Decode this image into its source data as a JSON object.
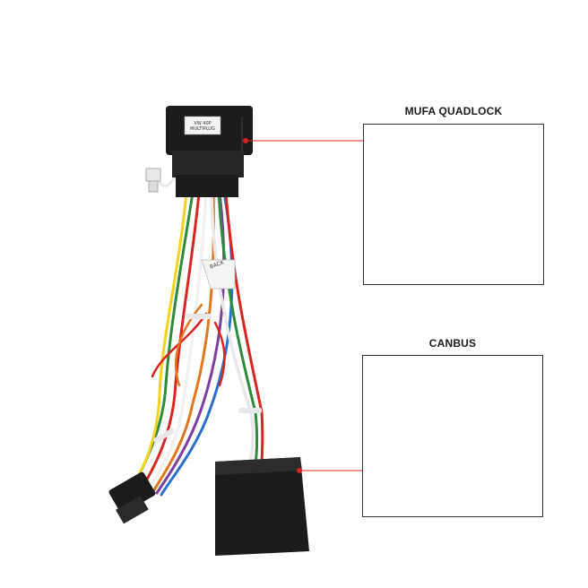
{
  "callouts": {
    "quadlock": {
      "title": "MUFA QUADLOCK"
    },
    "canbus": {
      "title": "CANBUS"
    }
  },
  "harness": {
    "sticker_text": "VW 40P\nMULTIPLUG",
    "back_label": "BACK"
  },
  "colors": {
    "connector_black": "#1c1c1e",
    "callout_line_red": "#d9231c",
    "box_border": "#333333"
  }
}
